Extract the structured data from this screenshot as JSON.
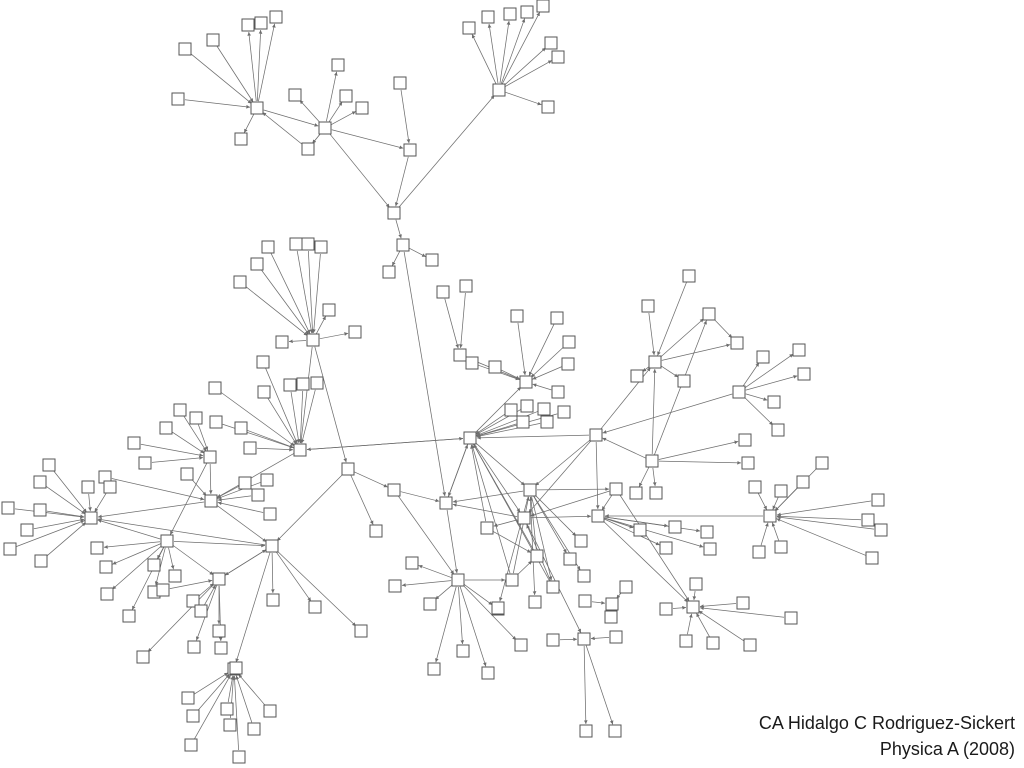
{
  "caption": {
    "authors": "CA Hidalgo C Rodriguez-Sickert",
    "journal": "Physica A (2008)"
  },
  "graph": {
    "edge_color": "#6e6e6e",
    "node_fill": "#ffffff",
    "node_stroke": "#555555",
    "node_shape": "square",
    "directed": true
  }
}
